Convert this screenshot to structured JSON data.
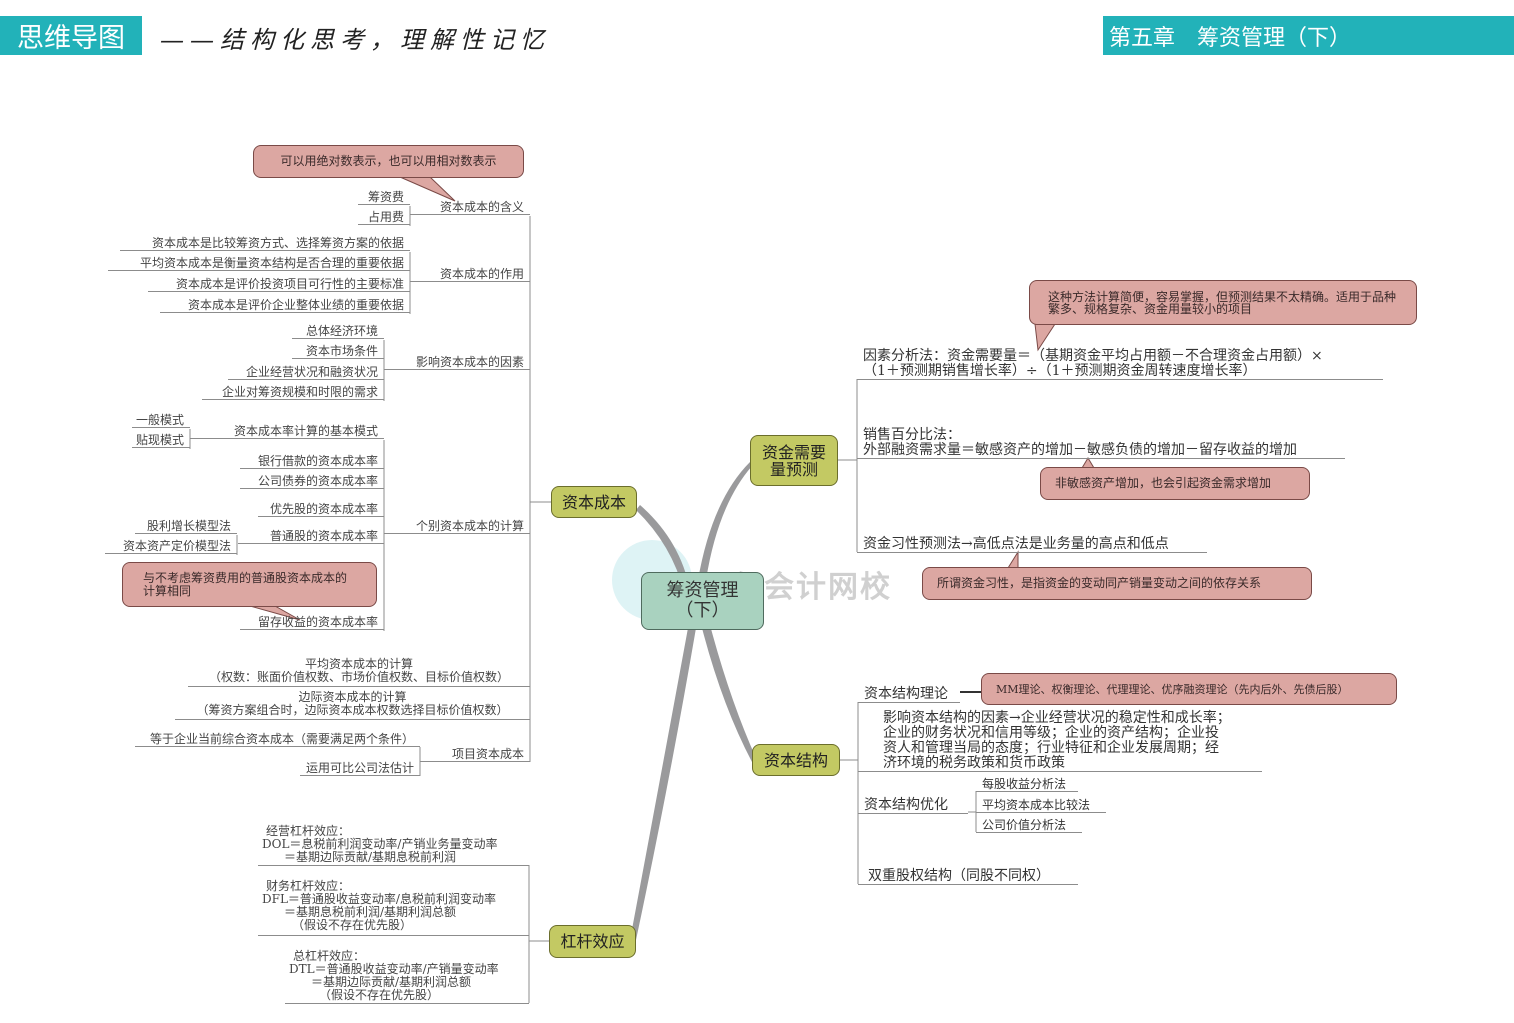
{
  "header": {
    "badge": "思维导图",
    "slogan": "——结构化思考，理解性记忆",
    "chapter": "第五章　筹资管理（下）"
  },
  "watermark": "正保会计网校",
  "center": {
    "line1": "筹资管理",
    "line2": "（下）"
  },
  "cost": {
    "title": "资本成本",
    "meaning": {
      "label": "资本成本的含义",
      "note": "可以用绝对数表示，也可以用相对数表示",
      "items": [
        "筹资费",
        "占用费"
      ]
    },
    "role": {
      "label": "资本成本的作用",
      "items": [
        "资本成本是比较筹资方式、选择筹资方案的依据",
        "平均资本成本是衡量资本结构是否合理的重要依据",
        "资本成本是评价投资项目可行性的主要标准",
        "资本成本是评价企业整体业绩的重要依据"
      ]
    },
    "factors": {
      "label": "影响资本成本的因素",
      "items": [
        "总体经济环境",
        "资本市场条件",
        "企业经营状况和融资状况",
        "企业对筹资规模和时限的需求"
      ]
    },
    "individual": {
      "label": "个别资本成本的计算",
      "basic": "资本成本率计算的基本模式",
      "basic_items": [
        "一般模式",
        "贴现模式"
      ],
      "bank": "银行借款的资本成本率",
      "bond": "公司债券的资本成本率",
      "preferred": "优先股的资本成本率",
      "common": "普通股的资本成本率",
      "common_items": [
        "股利增长模型法",
        "资本资产定价模型法"
      ],
      "note": "与不考虑筹资费用的普通股资本成本的计算相同",
      "retained": "留存收益的资本成本率"
    },
    "average": {
      "line1": "平均资本成本的计算",
      "line2": "（权数：账面价值权数、市场价值权数、目标价值权数）"
    },
    "marginal": {
      "line1": "边际资本成本的计算",
      "line2": "（筹资方案组合时，边际资本成本权数选择目标价值权数）"
    },
    "project": {
      "label": "项目资本成本",
      "items": [
        "等于企业当前综合资本成本（需要满足两个条件）",
        "运用可比公司法估计"
      ]
    }
  },
  "forecast": {
    "title": "资金需要量预测",
    "factor_note": "这种方法计算简便，容易掌握，但预测结果不太精确。适用于品种繁多、规格复杂、资金用量较小的项目",
    "factor": {
      "line1": "因素分析法：资金需要量＝（基期资金平均占用额－不合理资金占用额）×",
      "line2": "（1＋预测期销售增长率）÷（1＋预测期资金周转速度增长率）"
    },
    "sales": {
      "line1": "销售百分比法：",
      "line2": "外部融资需求量＝敏感资产的增加－敏感负债的增加－留存收益的增加"
    },
    "sales_note": "非敏感资产增加，也会引起资金需求增加",
    "habit": "资金习性预测法→高低点法是业务量的高点和低点",
    "habit_note": "所谓资金习性，是指资金的变动同产销量变动之间的依存关系"
  },
  "structure": {
    "title": "资本结构",
    "theory": "资本结构理论",
    "theory_note": "MM理论、权衡理论、代理理论、优序融资理论（先内后外、先债后股）",
    "factors": [
      "影响资本结构的因素→企业经营状况的稳定性和成长率；",
      "企业的财务状况和信用等级；企业的资产结构；企业投",
      "资人和管理当局的态度；行业特征和企业发展周期；经",
      "济环境的税务政策和货币政策"
    ],
    "optimize": "资本结构优化",
    "optimize_items": [
      "每股收益分析法",
      "平均资本成本比较法",
      "公司价值分析法"
    ],
    "dual": "双重股权结构（同股不同权）"
  },
  "leverage": {
    "title": "杠杆效应",
    "dol": [
      "经营杠杆效应：",
      "DOL＝息税前利润变动率/产销业务量变动率",
      "＝基期边际贡献/基期息税前利润"
    ],
    "dfl": [
      "财务杠杆效应：",
      "DFL＝普通股收益变动率/息税前利润变动率",
      "＝基期息税前利润/基期利润总额",
      "（假设不存在优先股）"
    ],
    "dtl": [
      "总杠杆效应：",
      "DTL＝普通股收益变动率/产销量变动率",
      "＝基期边际贡献/基期利润总额",
      "（假设不存在优先股）"
    ]
  },
  "colors": {
    "header": "#22b2b9",
    "topic": "#c3c963",
    "center": "#a9d2bf",
    "callout": "#dca7a2"
  }
}
